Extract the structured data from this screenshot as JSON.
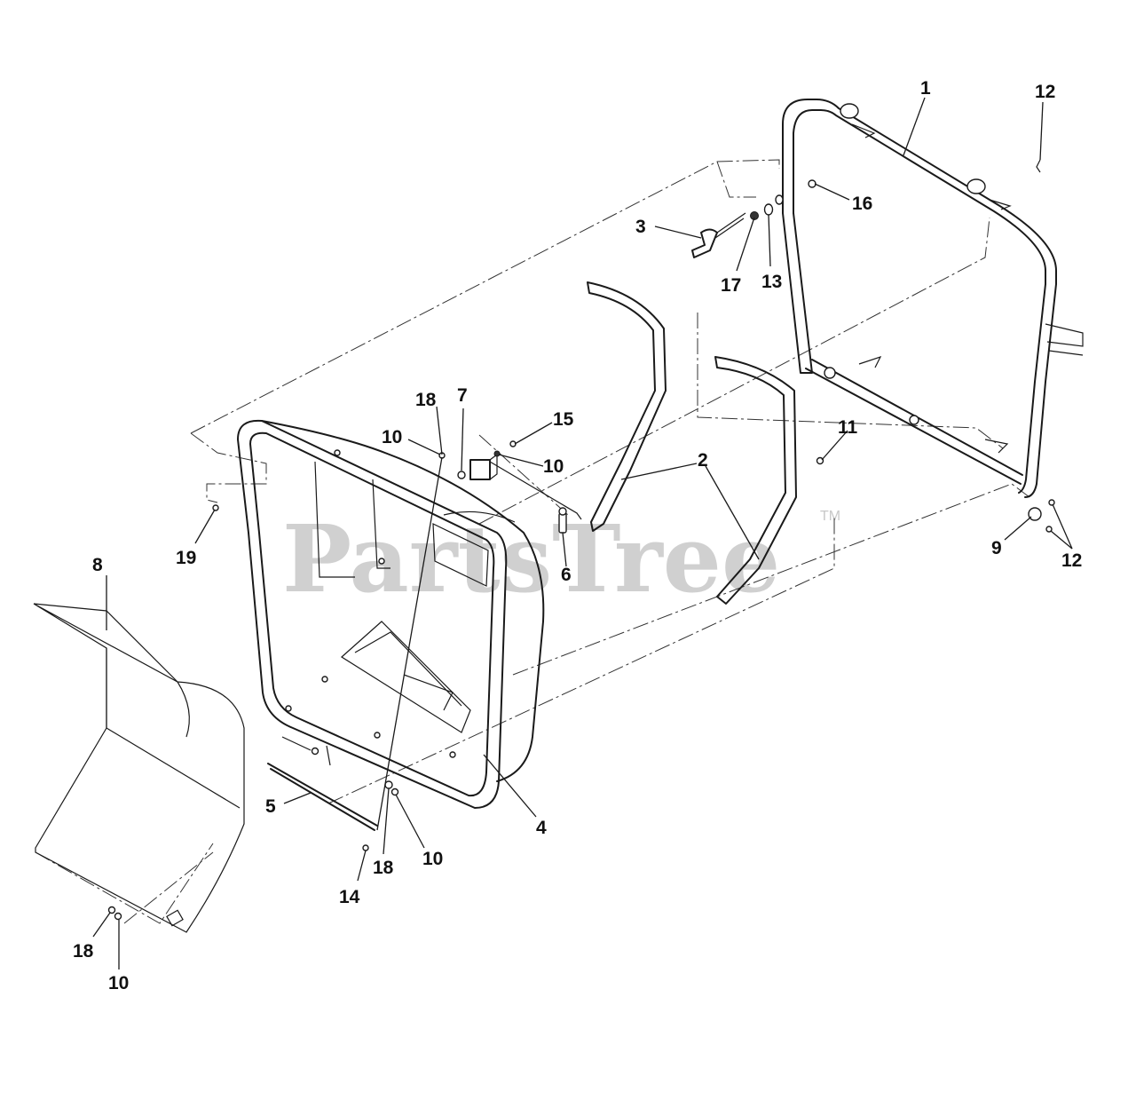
{
  "watermark": {
    "text": "PartsTree",
    "mark": "TM"
  },
  "callouts": [
    {
      "id": "c1-top",
      "label": "1"
    },
    {
      "id": "c12-top",
      "label": "12"
    },
    {
      "id": "c16",
      "label": "16"
    },
    {
      "id": "c3",
      "label": "3"
    },
    {
      "id": "c17",
      "label": "17"
    },
    {
      "id": "c13",
      "label": "13"
    },
    {
      "id": "c18-upper",
      "label": "18"
    },
    {
      "id": "c7",
      "label": "7"
    },
    {
      "id": "c15",
      "label": "15"
    },
    {
      "id": "c10-upper",
      "label": "10"
    },
    {
      "id": "c10-mid",
      "label": "10"
    },
    {
      "id": "c11",
      "label": "11"
    },
    {
      "id": "c2",
      "label": "2"
    },
    {
      "id": "c19",
      "label": "19"
    },
    {
      "id": "c6",
      "label": "6"
    },
    {
      "id": "c9",
      "label": "9"
    },
    {
      "id": "c12-right",
      "label": "12"
    },
    {
      "id": "c8",
      "label": "8"
    },
    {
      "id": "c4",
      "label": "4"
    },
    {
      "id": "c5",
      "label": "5"
    },
    {
      "id": "c18-lower",
      "label": "18"
    },
    {
      "id": "c10-lower",
      "label": "10"
    },
    {
      "id": "c14",
      "label": "14"
    },
    {
      "id": "c18-bottom",
      "label": "18"
    },
    {
      "id": "c10-bottom",
      "label": "10"
    }
  ]
}
